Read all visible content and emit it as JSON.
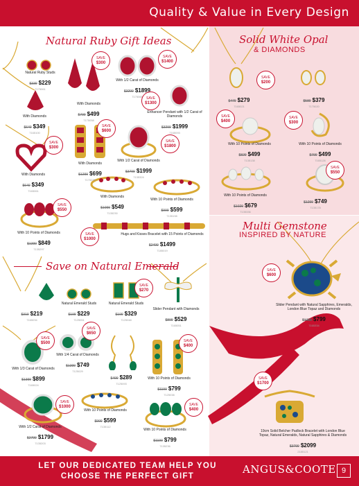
{
  "header": {
    "title": "Quality & Value in Every Design"
  },
  "sections": {
    "ruby": {
      "title": "Natural Ruby Gift Ideas"
    },
    "opal": {
      "title": "Solid White Opal",
      "subtitle": "& DIAMONDS"
    },
    "emerald": {
      "title": "Save on Natural Emerald"
    },
    "multi": {
      "title": "Multi Gemstone",
      "subtitle": "INSPIRED BY NATURE"
    }
  },
  "products": {
    "ruby_studs": {
      "name": "Natural Ruby Studs",
      "was": "$339",
      "now": "$229",
      "code": "7175061"
    },
    "ruby_pendant": {
      "name": "With Diamonds",
      "was": "$649",
      "now": "$349",
      "code": "7165100"
    },
    "ruby_drops": {
      "name": "With Diamonds",
      "was": "$799",
      "now": "$499",
      "code": "7175058"
    },
    "ruby_oval_studs": {
      "name": "With 1/2 Carat of Diamonds",
      "was": "$3299",
      "now": "$1899",
      "code": "7175065"
    },
    "ruby_enhancer": {
      "name": "Enhancer Pendant with 1/2 Carat of Diamonds",
      "was": "$3299",
      "now": "$1999",
      "code": "7165093"
    },
    "ruby_heart": {
      "name": "With Diamonds",
      "was": "$649",
      "now": "$349",
      "code": "7165061"
    },
    "ruby_hoops": {
      "name": "With Diamonds",
      "was": "$1299",
      "now": "$699",
      "code": "7175039"
    },
    "ruby_halo_ring": {
      "name": "With 1/2 Carat of Diamonds",
      "was": "$3799",
      "now": "$1999",
      "code": "7135324"
    },
    "ruby_band": {
      "name": "With Diamonds",
      "was": "$1099",
      "now": "$549",
      "code": "7135230"
    },
    "ruby_xo_ring": {
      "name": "With 10 Points of Diamonds",
      "was": "$999",
      "now": "$599",
      "code": "7135198"
    },
    "ruby_trilogy": {
      "name": "With 10 Points of Diamonds",
      "was": "$1399",
      "now": "$849",
      "code": "7135297"
    },
    "ruby_bracelet": {
      "name": "Hugs and Kisses Bracelet with 15 Points of Diamonds",
      "was": "$2499",
      "now": "$1499",
      "code": "7185019"
    },
    "opal_pendant": {
      "name": "",
      "was": "$479",
      "now": "$279",
      "code": "7165021"
    },
    "opal_drops": {
      "name": "",
      "was": "$589",
      "now": "$379",
      "code": "7175020"
    },
    "opal_ring_a": {
      "name": "With 10 Points of Diamonds",
      "was": "$829",
      "now": "$499",
      "code": "7135138"
    },
    "opal_swirl": {
      "name": "With 10 Points of Diamonds",
      "was": "$799",
      "now": "$499",
      "code": "7165126"
    },
    "opal_band": {
      "name": "With 10 Points of Diamonds",
      "was": "$1029",
      "now": "$679",
      "code": "7135336"
    },
    "opal_oval_ring": {
      "name": "",
      "was": "$1299",
      "now": "$749",
      "code": "7135178"
    },
    "emerald_pendant": {
      "name": "",
      "was": "$319",
      "now": "$219",
      "code": "7165034"
    },
    "emerald_studs": {
      "name": "Natural Emerald Studs",
      "was": "$199",
      "now": "$229",
      "code": "7125051"
    },
    "emerald_studs_b": {
      "name": "Natural Emerald Studs",
      "was": "$199",
      "now": "$329",
      "code": "7125048"
    },
    "emerald_dragonfly": {
      "name": "Slider Pendant with Diamonds",
      "was": "$899",
      "now": "$529",
      "code": "7165051"
    },
    "emerald_halo_pendant": {
      "name": "With 1/3 Carat of Diamonds",
      "was": "$1399",
      "now": "$899",
      "code": "7165024"
    },
    "emerald_cluster_studs": {
      "name": "With 1/4 Carat of Diamonds",
      "was": "$1399",
      "now": "$749",
      "code": "7125029"
    },
    "emerald_drops": {
      "name": "",
      "was": "$499",
      "now": "$289",
      "code": "7125093"
    },
    "emerald_hoops": {
      "name": "With 10 Points of Diamonds",
      "was": "$1199",
      "now": "$799",
      "code": "7125038"
    },
    "emerald_halo_ring": {
      "name": "With 1/2 Carat of Diamonds",
      "was": "$2799",
      "now": "$1799",
      "code": "7135203"
    },
    "emerald_band": {
      "name": "With 10 Points of Diamonds",
      "was": "$999",
      "now": "$599",
      "code": "7135112"
    },
    "emerald_trilogy": {
      "name": "With 10 Points of Diamonds",
      "was": "$1199",
      "now": "$799",
      "code": "7135236"
    },
    "turtle": {
      "name": "Slider Pendant with Natural Sapphires, Emeralds, London Blue Topaz and Diamonds",
      "was": "$1399",
      "now": "$799",
      "code": "7165334"
    },
    "padlock": {
      "name": "19cm Solid Belcher Padlock Bracelet with London Blue Topaz, Natural Emeralds, Natural Sapphires & Diamonds",
      "was": "$3799",
      "now": "$2099",
      "code": "2185121"
    }
  },
  "badges": {
    "b1": {
      "top": "SAVE",
      "amt": "$300"
    },
    "b2": {
      "top": "SAVE",
      "amt": "$1400"
    },
    "b3": {
      "top": "SAVE",
      "amt": "$1300"
    },
    "b4": {
      "top": "SAVE",
      "amt": "$600"
    },
    "b5": {
      "top": "SAVE",
      "amt": "$300"
    },
    "b6": {
      "top": "SAVE",
      "amt": "$1800"
    },
    "b7": {
      "top": "SAVE",
      "amt": "$550"
    },
    "b8": {
      "top": "SAVE",
      "amt": "$1000"
    },
    "b9": {
      "top": "SAVE",
      "amt": "$200"
    },
    "b10": {
      "top": "SAVE",
      "amt": "$400"
    },
    "b11": {
      "top": "SAVE",
      "amt": "$300"
    },
    "b12": {
      "top": "SAVE",
      "amt": "$550"
    },
    "b13": {
      "top": "SAVE",
      "amt": "$270"
    },
    "b14": {
      "top": "SAVE",
      "amt": "$500"
    },
    "b15": {
      "top": "SAVE",
      "amt": "$650"
    },
    "b16": {
      "top": "SAVE",
      "amt": "$400"
    },
    "b17": {
      "top": "SAVE",
      "amt": "$1000"
    },
    "b18": {
      "top": "SAVE",
      "amt": "$400"
    },
    "b19": {
      "top": "SAVE",
      "amt": "$600"
    },
    "b20": {
      "top": "SAVE",
      "amt": "$1700"
    }
  },
  "footer": {
    "line1": "LET OUR DEDICATED TEAM HELP YOU",
    "line2": "CHOOSE THE PERFECT GIFT",
    "brand": "ANGUS&COOTE",
    "page": "9"
  },
  "colors": {
    "brand_red": "#c8102e",
    "pink_panel": "#f8dcdf",
    "gold": "#d9a934",
    "ruby": "#b0132f",
    "emerald": "#0b7a4a",
    "opal": "#eef0ec"
  }
}
